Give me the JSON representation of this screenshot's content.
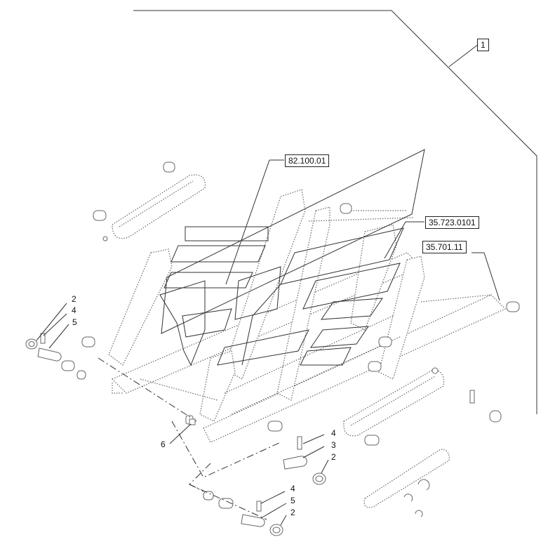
{
  "refs": {
    "assembly": "1",
    "r1": "82.100.01",
    "r2": "35.723.0101",
    "r3": "35.701.11"
  },
  "callouts": {
    "left": [
      "2",
      "4",
      "5"
    ],
    "bottom_left": "6",
    "mid_right": [
      "4",
      "3",
      "2"
    ],
    "bottom": [
      "4",
      "5",
      "2"
    ]
  }
}
